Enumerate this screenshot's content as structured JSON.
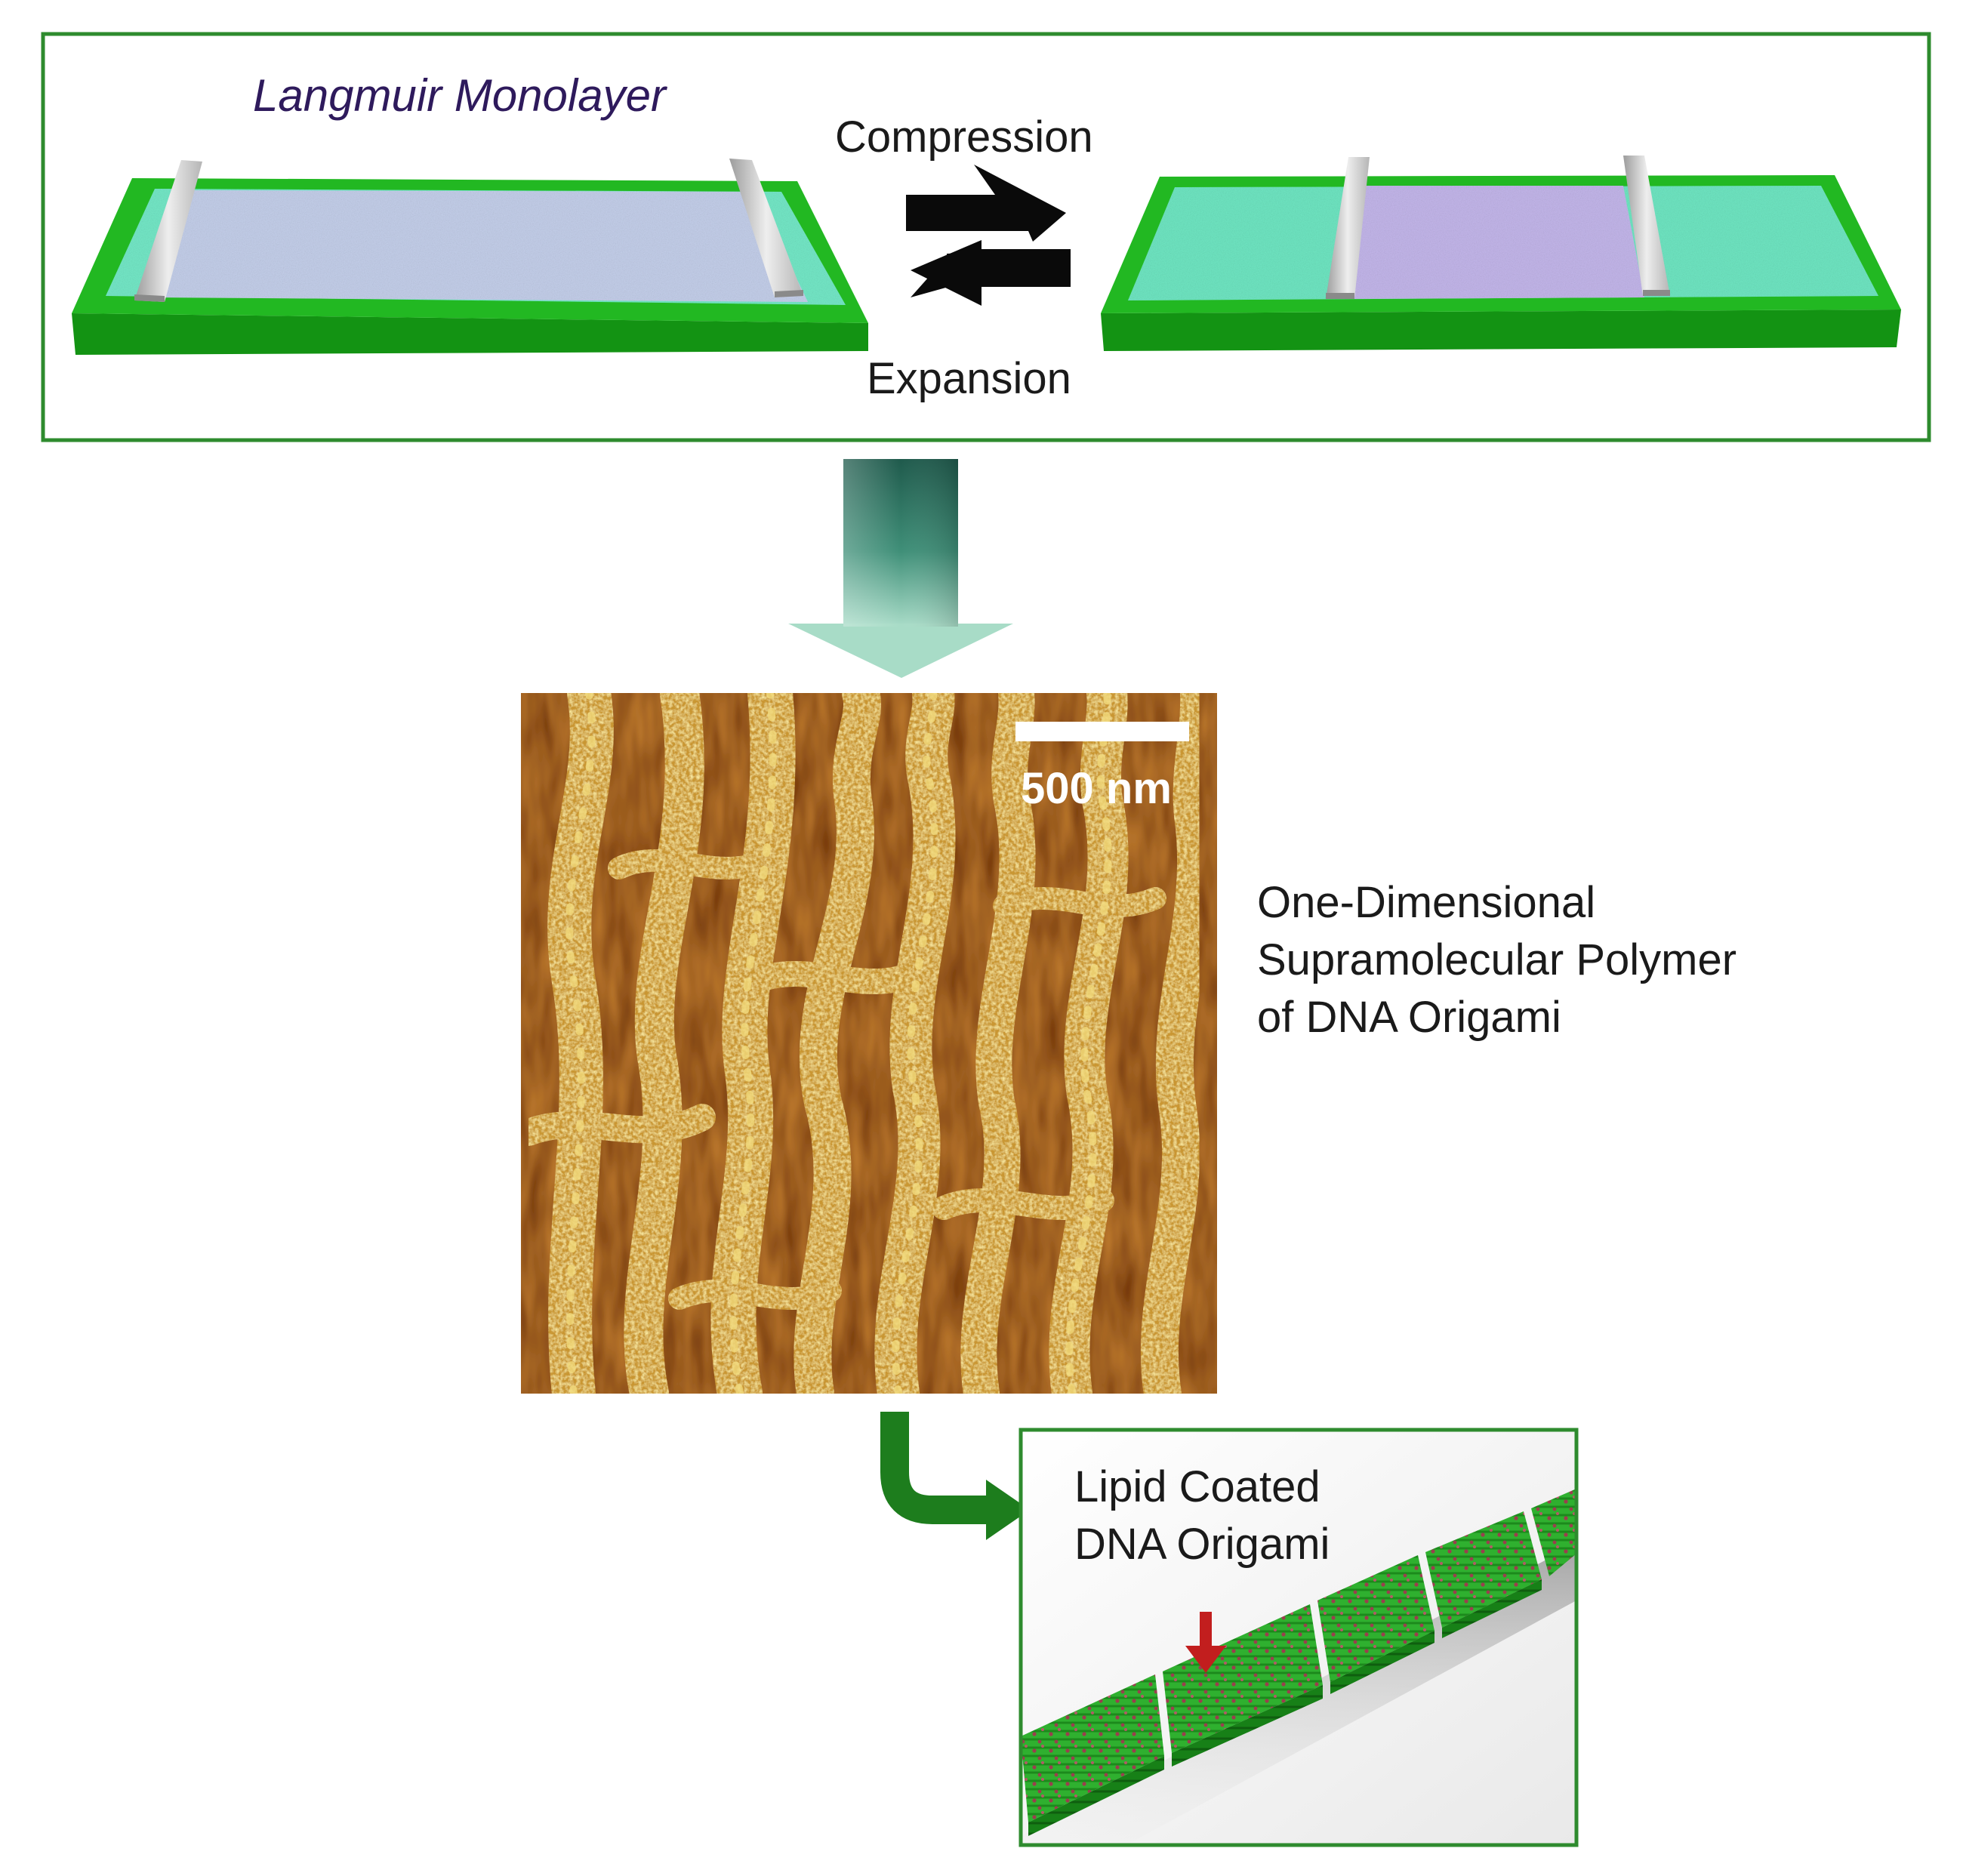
{
  "top_panel": {
    "title": "Langmuir Monolayer",
    "compression_label": "Compression",
    "expansion_label": "Expansion"
  },
  "afm": {
    "scale_bar_label": "500 nm"
  },
  "polymer_caption": {
    "line1": "One-Dimensional",
    "line2": "Supramolecular Polymer",
    "line3": "of DNA Origami"
  },
  "inset": {
    "line1": "Lipid Coated",
    "line2": "DNA Origami"
  },
  "colors": {
    "trough_green": "#1fae1f",
    "frame_green": "#2e8b2e",
    "arrow_teal": "#1f5a4c",
    "afm_dark": "#6b2a08",
    "afm_light": "#e2c25a",
    "pointer_red": "#c21e1e"
  }
}
